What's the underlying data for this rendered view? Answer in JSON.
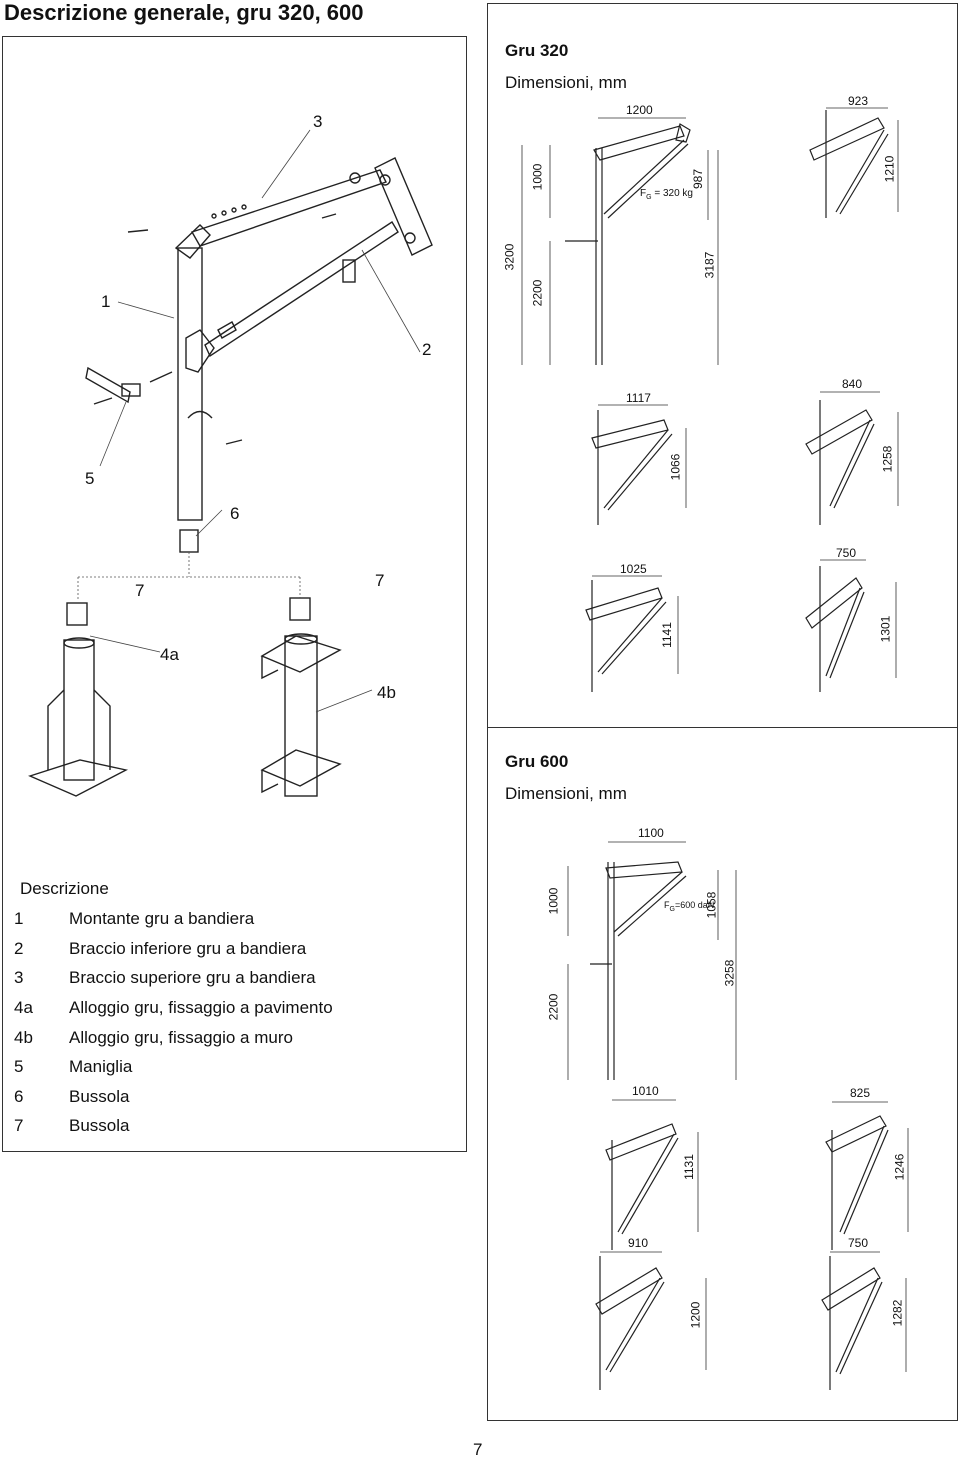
{
  "page_title": "Descrizione generale, gru 320, 600",
  "exploded_labels": {
    "l3": "3",
    "l1": "1",
    "l2": "2",
    "l5": "5",
    "l6": "6",
    "l7a": "7",
    "l7b": "7",
    "l4a": "4a",
    "l4b": "4b"
  },
  "gru320": {
    "title": "Gru 320",
    "subtitle": "Dimensioni, mm",
    "d1200": "1200",
    "d923": "923",
    "d1000": "1000",
    "d987": "987",
    "d1210": "1210",
    "d3200": "3200",
    "d2200": "2200",
    "d3187": "3187",
    "load": "F",
    "load_sub": "G",
    "load_val": "= 320 kg",
    "d1117": "1117",
    "d840": "840",
    "d1066": "1066",
    "d1258": "1258",
    "d1025": "1025",
    "d750": "750",
    "d1141": "1141",
    "d1301": "1301"
  },
  "gru600": {
    "title": "Gru 600",
    "subtitle": "Dimensioni, mm",
    "d1100": "1100",
    "d1000": "1000",
    "d1058": "1058",
    "d3258": "3258",
    "d2200": "2200",
    "load": "F",
    "load_sub": "G",
    "load_val": "=600 daN",
    "d1010": "1010",
    "d825": "825",
    "d1131": "1131",
    "d1246": "1246",
    "d910": "910",
    "d750": "750",
    "d1200": "1200",
    "d1282": "1282"
  },
  "description": {
    "heading": "Descrizione",
    "items": [
      {
        "num": "1",
        "text": "Montante gru a bandiera"
      },
      {
        "num": "2",
        "text": "Braccio inferiore gru a bandiera"
      },
      {
        "num": "3",
        "text": "Braccio superiore gru a bandiera"
      },
      {
        "num": "4a",
        "text": "Alloggio gru, fissaggio a pavimento"
      },
      {
        "num": "4b",
        "text": "Alloggio gru, fissaggio a muro"
      },
      {
        "num": "5",
        "text": "Maniglia"
      },
      {
        "num": "6",
        "text": "Bussola"
      },
      {
        "num": "7",
        "text": "Bussola"
      }
    ]
  },
  "page_number": "7"
}
